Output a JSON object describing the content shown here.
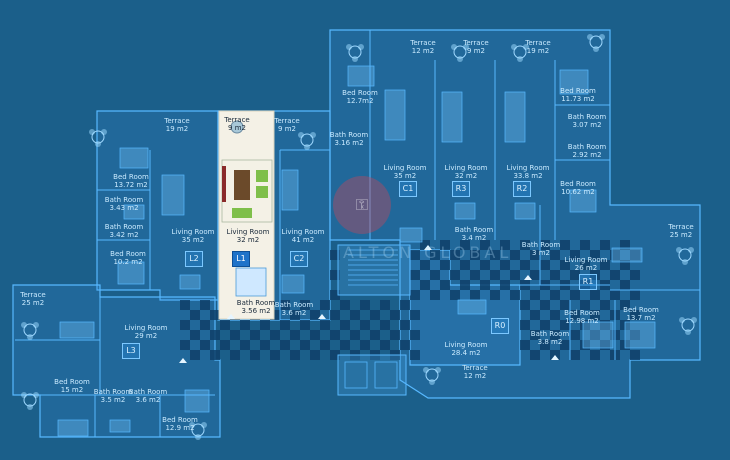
{
  "plan": {
    "selected_unit": "L1",
    "watermark": "ALTON GLOBAL",
    "colors": {
      "background": "#1b5f8a",
      "line": "#57b8ff",
      "highlight": "#f4f1e6",
      "tag_selected": "#1f73c9"
    },
    "units": [
      "L1",
      "L2",
      "L3",
      "C1",
      "C2",
      "R0",
      "R1",
      "R2",
      "R3"
    ],
    "labels": [
      {
        "id": "l01",
        "lines": [
          "Terrace",
          "9 m2"
        ]
      },
      {
        "id": "l02",
        "lines": [
          "Living Room",
          "32 m2"
        ]
      },
      {
        "id": "l03",
        "lines": [
          "Bath Room",
          "3.56 m2"
        ]
      },
      {
        "id": "l04",
        "lines": [
          "Terrace",
          "9 m2"
        ]
      },
      {
        "id": "l05",
        "lines": [
          "Living Room",
          "41 m2"
        ]
      },
      {
        "id": "l06",
        "lines": [
          "Bath Room",
          "3.6 m2"
        ]
      },
      {
        "id": "l07",
        "lines": [
          "Terrace",
          "19 m2"
        ]
      },
      {
        "id": "l08",
        "lines": [
          "Bed Room",
          "13.72 m2"
        ]
      },
      {
        "id": "l09",
        "lines": [
          "Bath Room",
          "3.43 m2"
        ]
      },
      {
        "id": "l10",
        "lines": [
          "Living Room",
          "35 m2"
        ]
      },
      {
        "id": "l11",
        "lines": [
          "Bath Room",
          "3.42 m2"
        ]
      },
      {
        "id": "l12",
        "lines": [
          "Bed Room",
          "10.2 m2"
        ]
      },
      {
        "id": "l13",
        "lines": [
          "Terrace",
          "25 m2"
        ]
      },
      {
        "id": "l14",
        "lines": [
          "Living Room",
          "29 m2"
        ]
      },
      {
        "id": "l15",
        "lines": [
          "Bed Room",
          "15 m2"
        ]
      },
      {
        "id": "l16",
        "lines": [
          "Bath Room",
          "3.5 m2"
        ]
      },
      {
        "id": "l17",
        "lines": [
          "Bath Room",
          "3.6 m2"
        ]
      },
      {
        "id": "l18",
        "lines": [
          "Bed Room",
          "12.9 m2"
        ]
      },
      {
        "id": "l19",
        "lines": [
          "Terrace",
          "12 m2"
        ]
      },
      {
        "id": "l20",
        "lines": [
          "Terrace",
          "9 m2"
        ]
      },
      {
        "id": "l21",
        "lines": [
          "Terrace",
          "19 m2"
        ]
      },
      {
        "id": "l22",
        "lines": [
          "Bed Room",
          "12.7m2"
        ]
      },
      {
        "id": "l23",
        "lines": [
          "Bath Room",
          "3.16 m2"
        ]
      },
      {
        "id": "l24",
        "lines": [
          "Living Room",
          "35 m2"
        ]
      },
      {
        "id": "l25",
        "lines": [
          "Living Room",
          "32 m2"
        ]
      },
      {
        "id": "l26",
        "lines": [
          "Bath Room",
          "3.4 m2"
        ]
      },
      {
        "id": "l27",
        "lines": [
          "Living Room",
          "33.8 m2"
        ]
      },
      {
        "id": "l28",
        "lines": [
          "Bed Room",
          "11.73 m2"
        ]
      },
      {
        "id": "l29",
        "lines": [
          "Bath Room",
          "3.07 m2"
        ]
      },
      {
        "id": "l30",
        "lines": [
          "Bath Room",
          "2.92 m2"
        ]
      },
      {
        "id": "l31",
        "lines": [
          "Bed Room",
          "10.62 m2"
        ]
      },
      {
        "id": "l32",
        "lines": [
          "Terrace",
          "25 m2"
        ]
      },
      {
        "id": "l33",
        "lines": [
          "Bath Room",
          "3 m2"
        ]
      },
      {
        "id": "l34",
        "lines": [
          "Living Room",
          "26 m2"
        ]
      },
      {
        "id": "l35",
        "lines": [
          "Bed Room",
          "12.98 m2"
        ]
      },
      {
        "id": "l36",
        "lines": [
          "Bed Room",
          "13.7 m2"
        ]
      },
      {
        "id": "l37",
        "lines": [
          "Bath Room",
          "3.8 m2"
        ]
      },
      {
        "id": "l38",
        "lines": [
          "Living Room",
          "28.4 m2"
        ]
      },
      {
        "id": "l39",
        "lines": [
          "Terrace",
          "12 m2"
        ]
      }
    ]
  }
}
